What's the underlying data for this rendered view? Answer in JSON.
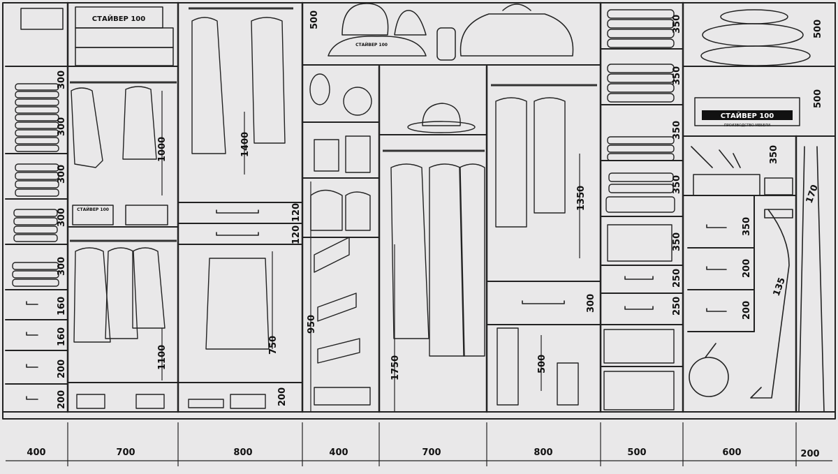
{
  "brand_label": "СТАЙВЕР 100",
  "brand_sub": "ПРОИЗВОДСТВО МЕБЕЛИ",
  "overlay": {
    "title": "",
    "subtitle": ""
  },
  "bottom_widths": [
    "400",
    "700",
    "800",
    "400",
    "700",
    "800",
    "500",
    "600",
    "200"
  ],
  "heights": {
    "col1": [
      "300",
      "300",
      "300",
      "300",
      "300",
      "160",
      "160",
      "200",
      "200"
    ],
    "col2": [
      "1000",
      "1100"
    ],
    "col3": [
      "1400",
      "120",
      "120",
      "750",
      "200"
    ],
    "col4": [
      "500",
      "950",
      "1750"
    ],
    "col6": [
      "1350",
      "300",
      "500"
    ],
    "col7": [
      "350",
      "350",
      "350",
      "350",
      "350",
      "250",
      "250"
    ],
    "col8": [
      "500",
      "500",
      "350",
      "350",
      "200",
      "200"
    ],
    "col9": [
      "170",
      "135"
    ]
  }
}
